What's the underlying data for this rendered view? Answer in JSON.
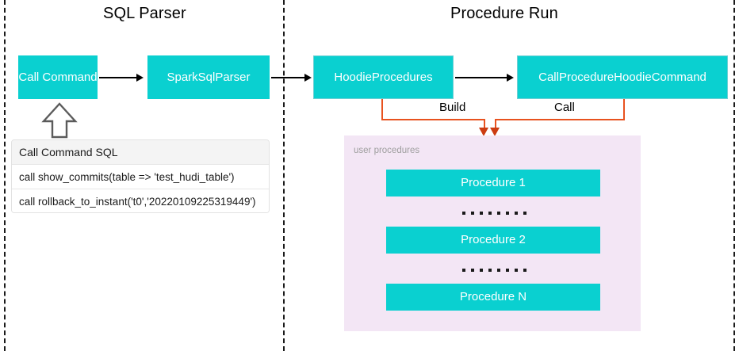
{
  "diagram": {
    "sections": [
      {
        "id": "sql-parser",
        "title": "SQL Parser"
      },
      {
        "id": "procedure-run",
        "title": "Procedure Run"
      }
    ],
    "nodes": {
      "call_command": "Call Command",
      "spark_sql_parser": "SparkSqlParser",
      "hoodie_procedures": "HoodieProcedures",
      "call_procedure_hoodie_command": "CallProcedureHoodieCommand"
    },
    "edge_labels": {
      "build": "Build",
      "call": "Call"
    },
    "sql_table": {
      "header": "Call Command SQL",
      "rows": [
        "call show_commits(table => 'test_hudi_table')",
        "call rollback_to_instant('t0','20220109225319449')"
      ]
    },
    "user_procedures": {
      "label": "user procedures",
      "items": [
        "Procedure 1",
        "Procedure 2",
        "Procedure N"
      ],
      "ellipsis_dot_count": 8
    },
    "colors": {
      "node_fill": "#0ad0d0",
      "node_text": "#ffffff",
      "panel_fill": "#f3e6f5",
      "connector_orange": "#e8521f",
      "arrow_black": "#000000",
      "divider": "#1a1a1a",
      "muted_text": "#9e9e9e"
    }
  }
}
